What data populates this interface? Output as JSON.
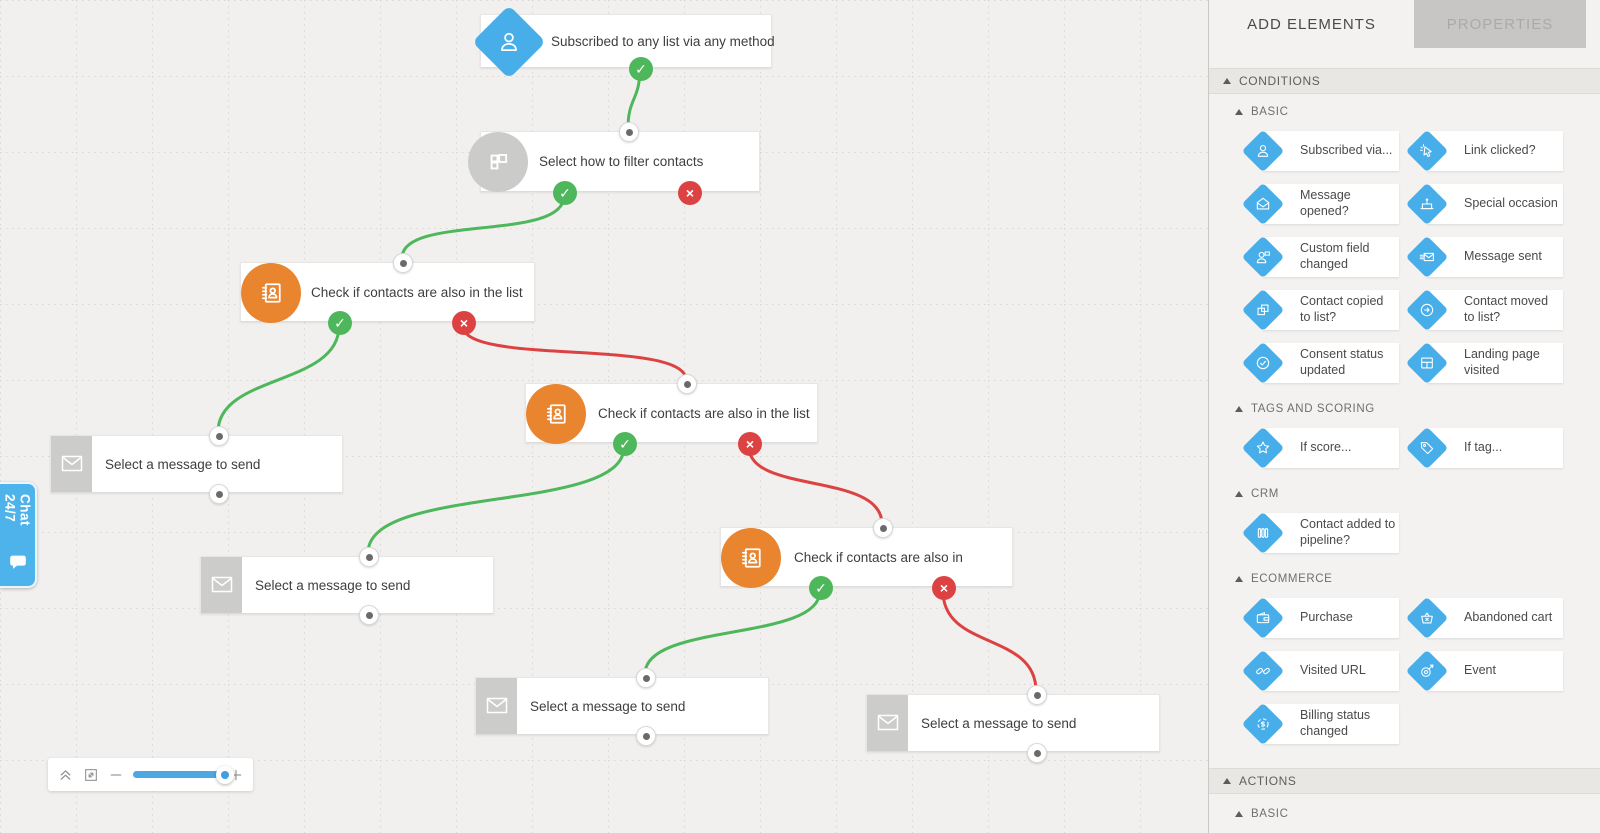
{
  "canvas": {
    "nodes": {
      "start": {
        "label": "Subscribed to any list via any method",
        "icon": "person-icon",
        "shape": "blue-diamond"
      },
      "filter": {
        "label": "Select how to filter contacts",
        "icon": "filter-grid-icon",
        "shape": "gray-circle"
      },
      "check_a": {
        "label": "Check if contacts are also in the list",
        "icon": "address-book-icon",
        "shape": "orange-circle"
      },
      "check_b": {
        "label": "Check if contacts are also in the list",
        "icon": "address-book-icon",
        "shape": "orange-circle"
      },
      "check_c": {
        "label": "Check if contacts are also in",
        "icon": "address-book-icon",
        "shape": "orange-circle"
      },
      "message_a": {
        "label": "Select a message to send",
        "icon": "envelope-icon",
        "shape": "gray-square"
      },
      "message_b": {
        "label": "Select a message to send",
        "icon": "envelope-icon",
        "shape": "gray-square"
      },
      "message_c": {
        "label": "Select a message to send",
        "icon": "envelope-icon",
        "shape": "gray-square"
      },
      "message_d": {
        "label": "Select a message to send",
        "icon": "envelope-icon",
        "shape": "gray-square"
      }
    },
    "colors": {
      "success": "#4eb75b",
      "failure": "#dc4242",
      "condition_blue": "#48aee9",
      "check_orange": "#e9852f"
    }
  },
  "chat": {
    "label": "Chat 24/7"
  },
  "zoombar": {
    "icons": [
      "collapse-icon",
      "fit-screen-icon",
      "zoom-out-icon",
      "zoom-slider",
      "zoom-in-icon"
    ],
    "slider_fraction": 0.9
  },
  "panel": {
    "tab_add_elements": "ADD ELEMENTS",
    "tab_properties": "PROPERTIES",
    "conditions_label": "CONDITIONS",
    "actions_label": "ACTIONS",
    "actions_basic_label": "BASIC",
    "groups": [
      {
        "label": "BASIC",
        "items": [
          {
            "label": "Subscribed via...",
            "icon": "person-icon"
          },
          {
            "label": "Link clicked?",
            "icon": "cursor-click-icon"
          },
          {
            "label": "Message opened?",
            "icon": "mail-open-icon"
          },
          {
            "label": "Special occasion",
            "icon": "cake-icon"
          },
          {
            "label": "Custom field changed",
            "icon": "person-field-icon"
          },
          {
            "label": "Message sent",
            "icon": "mail-sent-icon"
          },
          {
            "label": "Contact copied to list?",
            "icon": "copy-icon"
          },
          {
            "label": "Contact moved to list?",
            "icon": "arrow-circle-icon"
          },
          {
            "label": "Consent status updated",
            "icon": "check-circle-icon"
          },
          {
            "label": "Landing page visited",
            "icon": "page-layout-icon"
          }
        ]
      },
      {
        "label": "TAGS AND SCORING",
        "items": [
          {
            "label": "If score...",
            "icon": "star-icon"
          },
          {
            "label": "If tag...",
            "icon": "tag-icon"
          }
        ]
      },
      {
        "label": "CRM",
        "items": [
          {
            "label": "Contact added to pipeline?",
            "icon": "pipeline-icon"
          }
        ]
      },
      {
        "label": "ECOMMERCE",
        "items": [
          {
            "label": "Purchase",
            "icon": "wallet-icon"
          },
          {
            "label": "Abandoned cart",
            "icon": "basket-icon"
          },
          {
            "label": "Visited URL",
            "icon": "link-icon"
          },
          {
            "label": "Event",
            "icon": "target-icon"
          },
          {
            "label": "Billing status changed",
            "icon": "billing-cycle-icon"
          }
        ]
      }
    ]
  }
}
